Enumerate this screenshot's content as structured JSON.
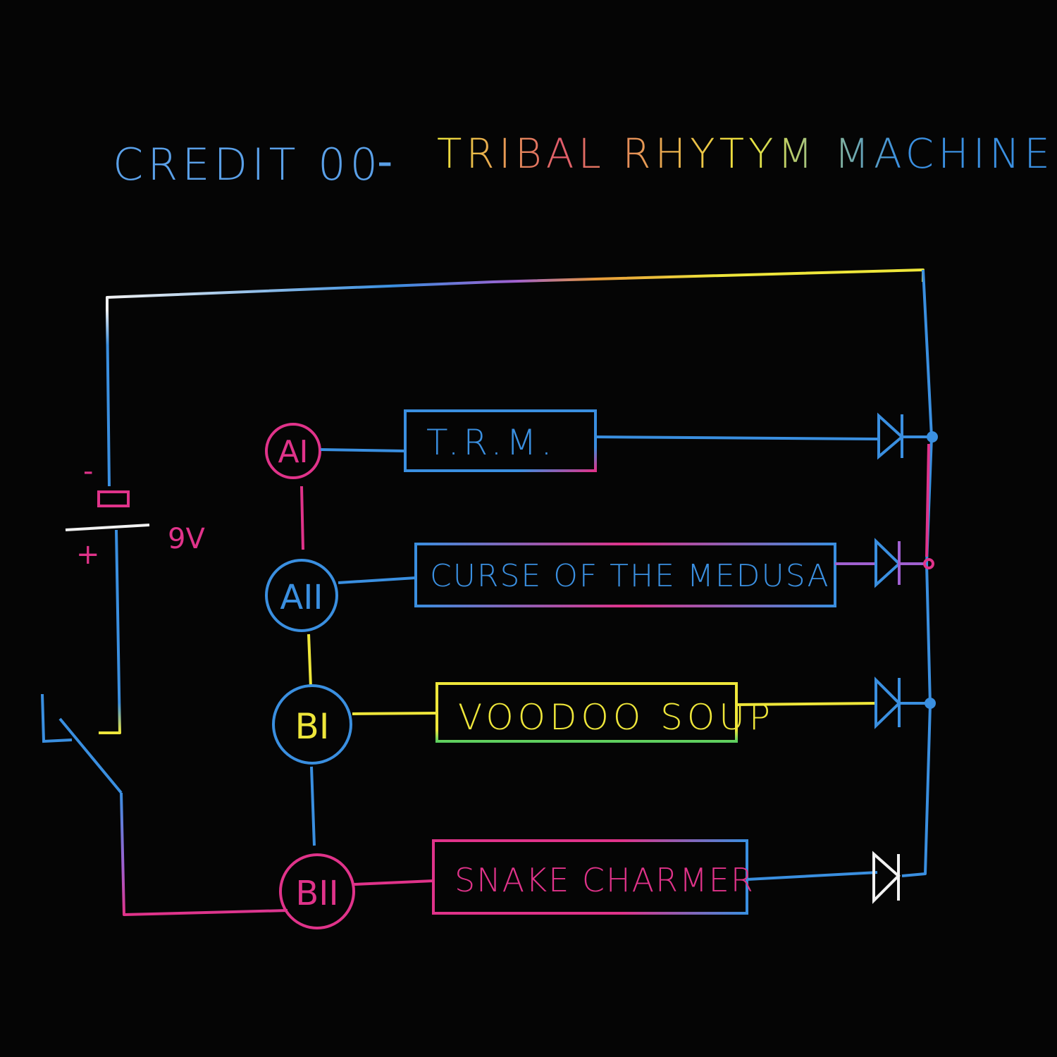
{
  "title": {
    "artist": "CREDIT 00",
    "dash": "-",
    "album": "TRIBAL RHYTYM MACHINE"
  },
  "battery": {
    "minus": "-",
    "plus": "+",
    "voltage": "9V"
  },
  "tracks": [
    {
      "side": "AI",
      "name": "T.R.M."
    },
    {
      "side": "AII",
      "name": "CURSE OF THE MEDUSA"
    },
    {
      "side": "BI",
      "name": "VOODOO SOUP"
    },
    {
      "side": "BII",
      "name": "SNAKE CHARMER"
    }
  ],
  "colors": {
    "background": "#050505",
    "blue": "#3a8fe0",
    "pink": "#e0338a",
    "yellow": "#eee63a",
    "white": "#f2f2f2",
    "green": "#5ccf60",
    "purple": "#a060d0",
    "orange": "#e89a3a"
  }
}
